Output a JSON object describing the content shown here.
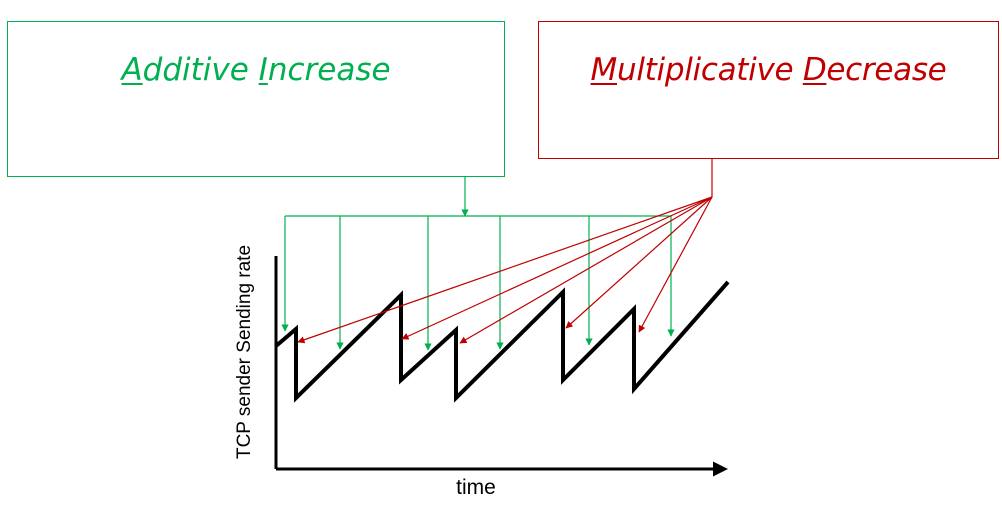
{
  "additive_increase": {
    "segments": [
      {
        "text": "A",
        "underline": true
      },
      {
        "text": "dditive ",
        "underline": false
      },
      {
        "text": "I",
        "underline": true
      },
      {
        "text": "ncrease",
        "underline": false
      }
    ],
    "color": "#00b050"
  },
  "multiplicative_decrease": {
    "segments": [
      {
        "text": "M",
        "underline": true
      },
      {
        "text": "ultiplicative ",
        "underline": false
      },
      {
        "text": "D",
        "underline": true
      },
      {
        "text": "ecrease",
        "underline": false
      }
    ],
    "color": "#c00000"
  },
  "axes": {
    "y_label": "TCP sender  Sending rate",
    "x_label": "time"
  },
  "sawtooth": {
    "description_points": "rate over time: linear increases followed by sharp halving",
    "color": "#000000"
  }
}
